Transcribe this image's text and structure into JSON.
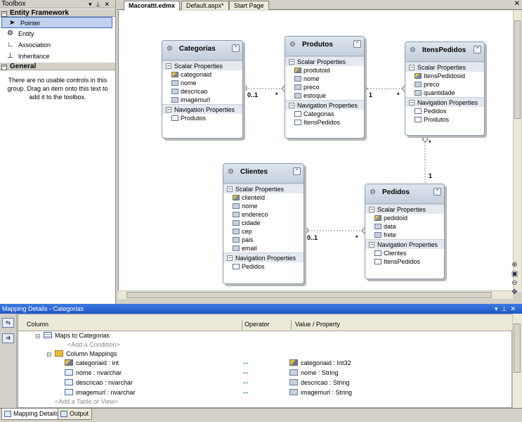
{
  "toolbox": {
    "title": "Toolbox",
    "category1": "Entity Framework",
    "items": [
      {
        "label": "Pointer"
      },
      {
        "label": "Entity"
      },
      {
        "label": "Association"
      },
      {
        "label": "Inheritance"
      }
    ],
    "category2": "General",
    "empty_message": "There are no usable controls in this group. Drag an item onto this text to add it to the toolbox."
  },
  "tabs": [
    "Macoratti.edmx",
    "Default.aspx*",
    "Start Page"
  ],
  "entities": {
    "categorias": {
      "name": "Categorias",
      "scalar_title": "Scalar Properties",
      "scalar": [
        "categoriaid",
        "nome",
        "descricao",
        "imagemurl"
      ],
      "nav_title": "Navigation Properties",
      "nav": [
        "Produtos"
      ]
    },
    "produtos": {
      "name": "Produtos",
      "scalar_title": "Scalar Properties",
      "scalar": [
        "produtoid",
        "nome",
        "preco",
        "estoque"
      ],
      "nav_title": "Navigation Properties",
      "nav": [
        "Categorias",
        "ItensPedidos"
      ]
    },
    "itenspedidos": {
      "name": "ItensPedidos",
      "scalar_title": "Scalar Properties",
      "scalar": [
        "ItensPedidosid",
        "preco",
        "quantidade"
      ],
      "nav_title": "Navigation Properties",
      "nav": [
        "Pedidos",
        "Produtos"
      ]
    },
    "clientes": {
      "name": "Clientes",
      "scalar_title": "Scalar Properties",
      "scalar": [
        "clienteid",
        "nome",
        "endereco",
        "cidade",
        "cep",
        "pais",
        "email"
      ],
      "nav_title": "Navigation Properties",
      "nav": [
        "Pedidos"
      ]
    },
    "pedidos": {
      "name": "Pedidos",
      "scalar_title": "Scalar Properties",
      "scalar": [
        "pedidoid",
        "data",
        "frete"
      ],
      "nav_title": "Navigation Properties",
      "nav": [
        "Clientes",
        "ItensPedidos"
      ]
    }
  },
  "multiplicity": {
    "cat_prod_left": "0..1",
    "cat_prod_right": "*",
    "prod_itens_left": "1",
    "prod_itens_right": "*",
    "itens_ped_top": "*",
    "itens_ped_bottom": "1",
    "cli_ped_left": "0..1",
    "cli_ped_right": "*"
  },
  "mapping": {
    "title": "Mapping Details - Categorias",
    "col_column": "Column",
    "col_operator": "Operator",
    "col_value": "Value / Property",
    "maps_to": "Maps to Categorias",
    "add_condition": "<Add a Condition>",
    "column_mappings": "Column Mappings",
    "rows": [
      {
        "column": "categoriaid : int",
        "op": "↔",
        "value": "categoriaid : Int32"
      },
      {
        "column": "nome : nvarchar",
        "op": "↔",
        "value": "nome : String"
      },
      {
        "column": "descricao : nvarchar",
        "op": "↔",
        "value": "descricao : String"
      },
      {
        "column": "imagemurl : nvarchar",
        "op": "↔",
        "value": "imagemurl : String"
      }
    ],
    "add_table": "<Add a Table or View>"
  },
  "bottom_tabs": [
    "Mapping Details",
    "Output"
  ]
}
